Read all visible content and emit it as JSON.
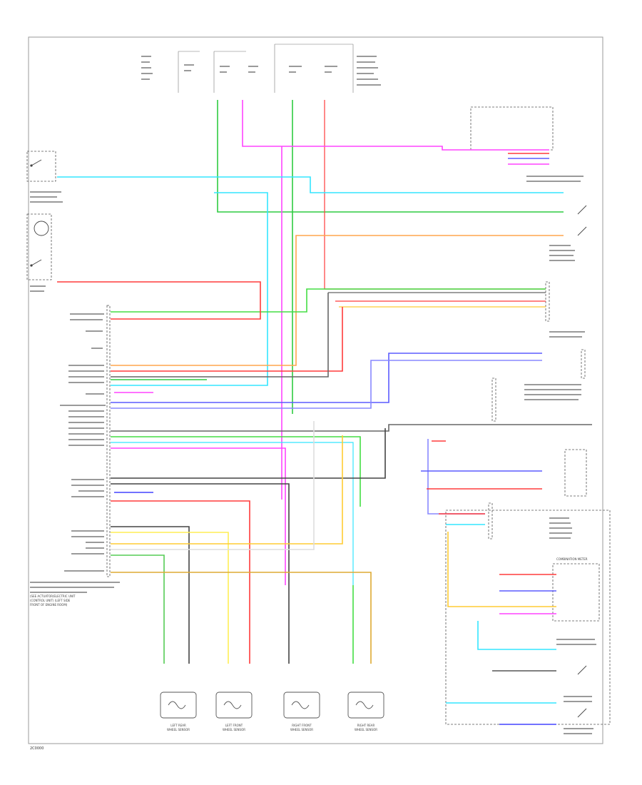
{
  "diagram": {
    "sensor_labels": {
      "left_rear": [
        "LEFT REAR",
        "WHEEL SENSOR"
      ],
      "left_front": [
        "LEFT FRONT",
        "WHEEL SENSOR"
      ],
      "right_front": [
        "RIGHT FRONT",
        "WHEEL SENSOR"
      ],
      "right_rear": [
        "RIGHT REAR",
        "WHEEL SENSOR"
      ]
    },
    "module_labels": {
      "combination_meter": "COMBINATION METER",
      "abs_actuator_note": [
        "(SEE ACTUATOR/ELECTRIC UNIT",
        "(CONTROL UNIT) (LEFT SIDE",
        "FRONT OF ENGINE ROOM)"
      ]
    },
    "footer_code": "2C0000"
  }
}
